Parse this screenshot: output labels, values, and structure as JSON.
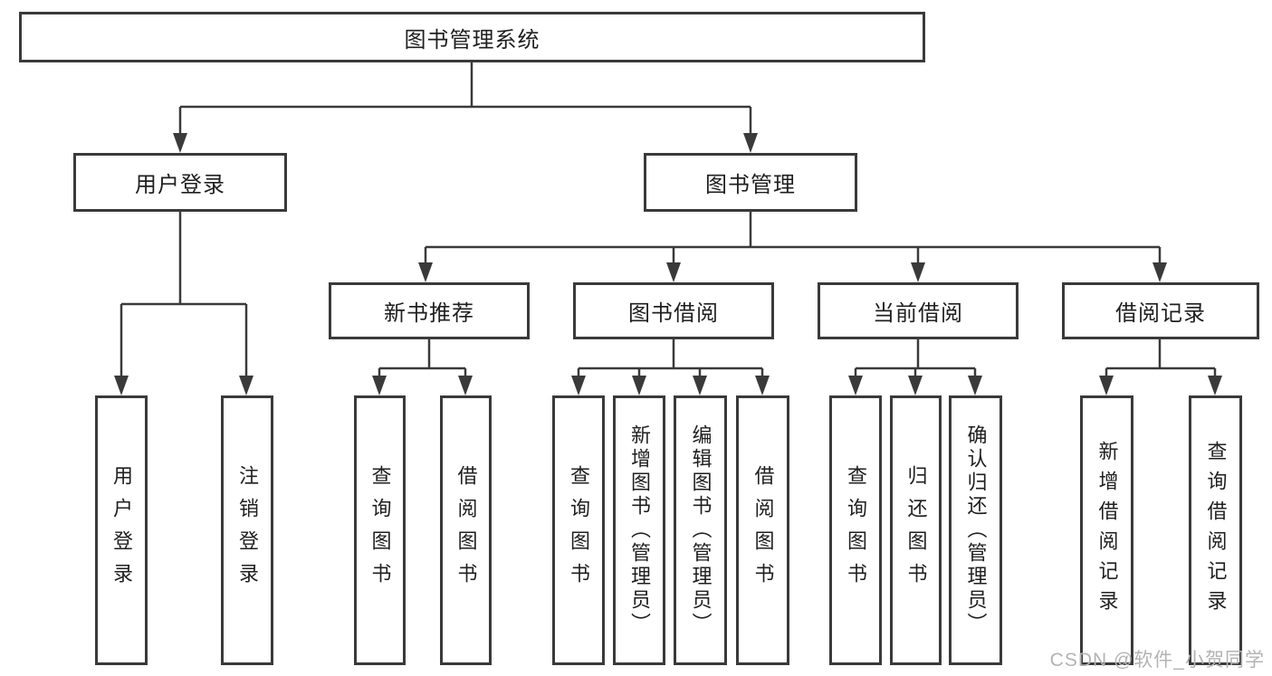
{
  "nodes": {
    "root": "图书管理系统",
    "login": {
      "label": "用户登录",
      "children": [
        "用户登录",
        "注销登录"
      ]
    },
    "management": {
      "label": "图书管理",
      "modules": [
        {
          "label": "新书推荐",
          "children": [
            "查询图书",
            "借阅图书"
          ]
        },
        {
          "label": "图书借阅",
          "children": [
            "查询图书",
            "新增图书（管理员）",
            "编辑图书（管理员）",
            "借阅图书"
          ]
        },
        {
          "label": "当前借阅",
          "children": [
            "查询图书",
            "归还图书",
            "确认归还（管理员）"
          ]
        },
        {
          "label": "借阅记录",
          "children": [
            "新增借阅记录",
            "查询借阅记录"
          ]
        }
      ]
    }
  },
  "watermark": "CSDN @软件_小贺同学",
  "colors": {
    "line": "#3a3a3a",
    "box_border": "#3a3a3a",
    "text": "#1f1f1f",
    "watermark": "#b3b3b3",
    "background": "#ffffff"
  }
}
